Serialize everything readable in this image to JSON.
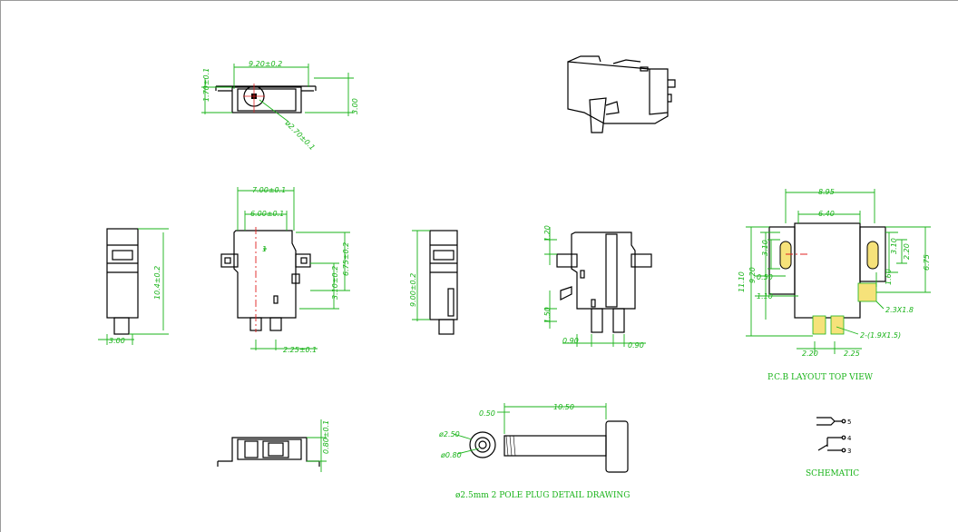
{
  "top_view_dims": {
    "width": "9.20±0.2",
    "height": "1.70±0.1",
    "right": "3.00",
    "diameter": "ø2.70±0.1"
  },
  "front_view_dims": {
    "height": "10.4±0.2",
    "bottom": "3.00"
  },
  "main_view_dims": {
    "top": "7.00±0.1",
    "inner": "6.00±0.1",
    "side1": "6.75±0.2",
    "side2": "3.10±0.2",
    "bottom": "2.25±0.1",
    "pin_label": "1"
  },
  "side_view_dims": {
    "height": "9.00±0.2"
  },
  "back_view_dims": {
    "top": "1.20",
    "mid": "1.50",
    "left": "0.90",
    "right": "0.90"
  },
  "pcb_dims": {
    "top": "8.95",
    "inner": "6.40",
    "left_height": "11.10",
    "h2": "9.20",
    "h3": "3.10",
    "h4": "0.50",
    "h5": "1.10",
    "r1": "3.10",
    "r2": "2.20",
    "r3": "1.60",
    "r4": "6.75",
    "pad": "2.3X1.8",
    "pins": "2-(1.9X1.5)",
    "b1": "2.20",
    "b2": "2.25"
  },
  "pcb_caption": "P.C.B LAYOUT TOP VIEW",
  "bottom_view_dims": {
    "height": "0.80±0.1"
  },
  "plug_dims": {
    "length": "10.50",
    "tip": "0.50",
    "d1": "ø2.50",
    "d2": "ø0.80"
  },
  "plug_caption": "ø2.5mm 2 POLE PLUG DETAIL DRAWING",
  "schematic": {
    "pin5": "5",
    "pin4": "4",
    "pin3": "3",
    "caption": "SCHEMATIC"
  }
}
